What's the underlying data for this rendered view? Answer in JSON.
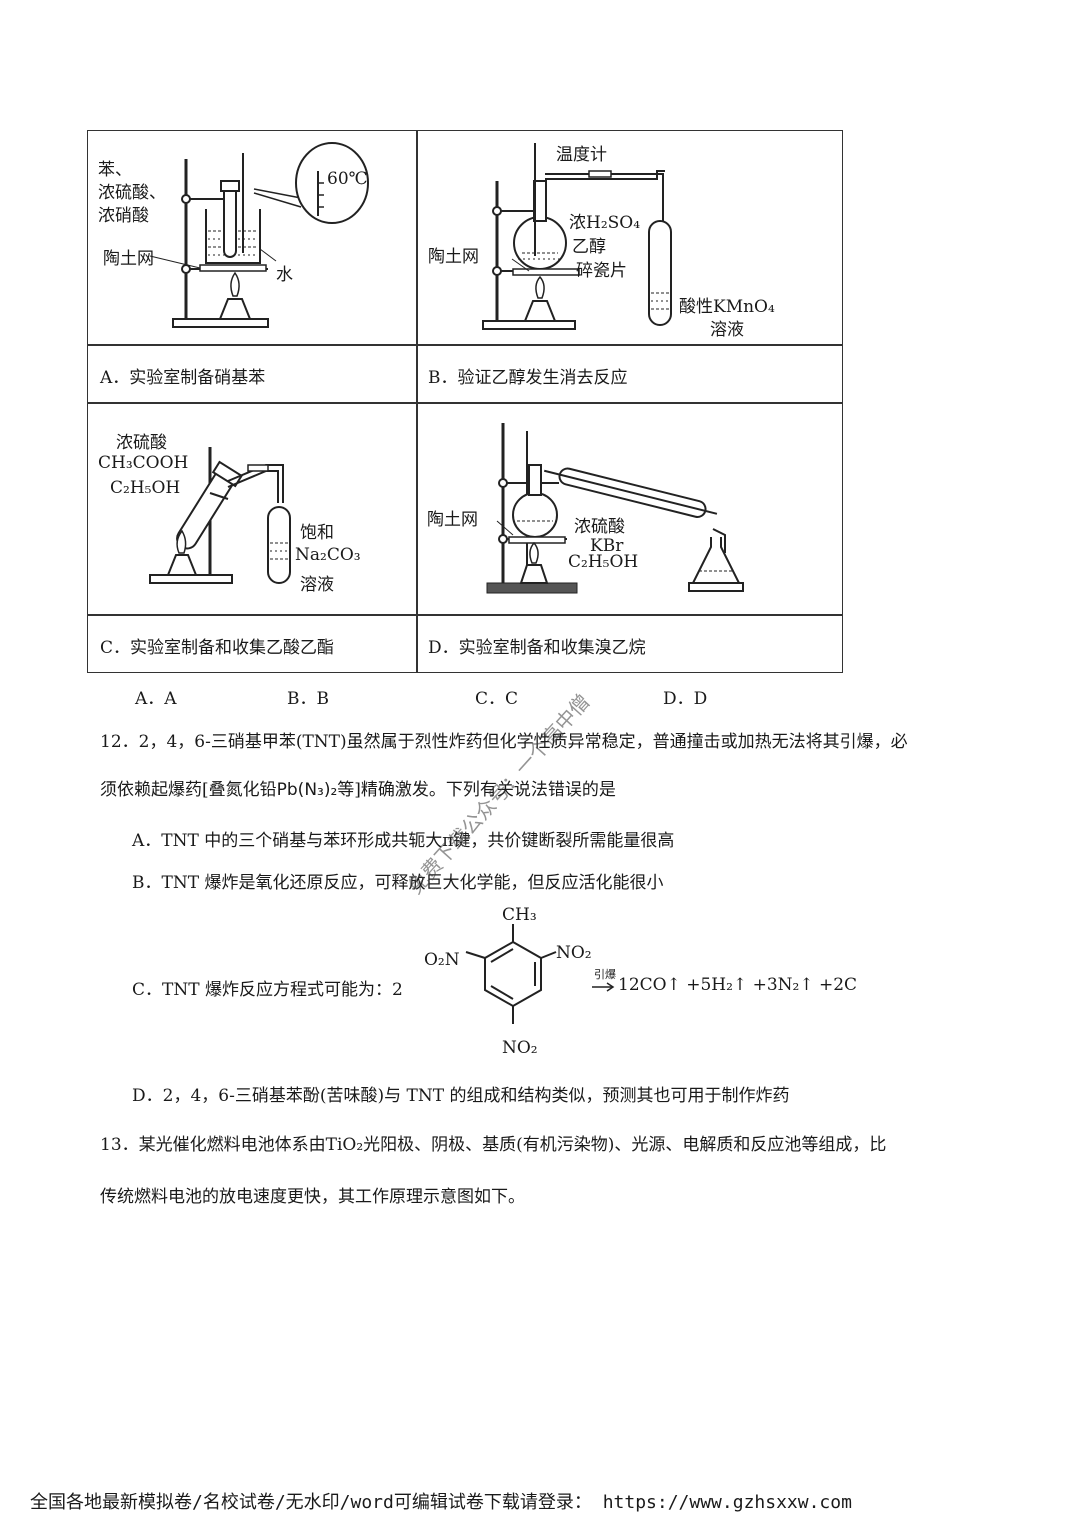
{
  "table": {
    "cells": [
      {
        "caption": "A．实验室制备硝基苯",
        "labels": {
          "reagents": [
            "苯、",
            "浓硫酸、",
            "浓硝酸"
          ],
          "temp": "60℃",
          "gauze": "陶土网",
          "water": "水"
        }
      },
      {
        "caption": "B．验证乙醇发生消去反应",
        "labels": {
          "thermometer": "温度计",
          "acid": "浓H₂SO₄",
          "ethanol": "乙醇",
          "chips": "碎瓷片",
          "gauze": "陶土网",
          "kmno4": "酸性KMnO₄",
          "solution": "溶液"
        }
      },
      {
        "caption": "C．实验室制备和收集乙酸乙酯",
        "labels": {
          "r1": "浓硫酸",
          "r2": "CH₃COOH",
          "r3": "C₂H₅OH",
          "s1": "饱和",
          "s2": "Na₂CO₃",
          "s3": "溶液"
        }
      },
      {
        "caption": "D．实验室制备和收集溴乙烷",
        "labels": {
          "gauze": "陶土网",
          "r1": "浓硫酸",
          "r2": "KBr",
          "r3": "C₂H₅OH"
        }
      }
    ]
  },
  "q11_options": [
    "A．A",
    "B．B",
    "C．C",
    "D．D"
  ],
  "q12": {
    "stem_line1": "12．2，4，6-三硝基甲苯(TNT)虽然属于烈性炸药但化学性质异常稳定，普通撞击或加热无法将其引爆，必",
    "stem_line2_a": "须依赖起爆药[叠氮化铅",
    "formula": "Pb(N₃)₂",
    "stem_line2_b": "等]精确激发。下列有关说法错误的是",
    "opt_a": "A．TNT 中的三个硝基与苯环形成共轭大π键，共价键断裂所需能量很高",
    "opt_b": "B．TNT 爆炸是氧化还原反应，可释放巨大化学能，但反应活化能很小",
    "opt_c_prefix": "C．TNT 爆炸反应方程式可能为：2",
    "struct": {
      "ch3": "CH₃",
      "left": "O₂N",
      "right": "NO₂",
      "bottom": "NO₂"
    },
    "arrow_label": "引爆",
    "products": "12CO↑ +5H₂↑ +3N₂↑ +2C",
    "opt_d": "D．2，4，6-三硝基苯酚(苦味酸)与 TNT 的组成和结构类似，预测其也可用于制作炸药"
  },
  "q13": {
    "line1": "13．某光催化燃料电池体系由TiO₂光阳极、阴极、基质(有机污染物)、光源、电解质和反应池等组成，比",
    "line2": "传统燃料电池的放电速度更快，其工作原理示意图如下。"
  },
  "watermark": "免费下载公众号：一个高中僧",
  "footer": "全国各地最新模拟卷/名校试卷/无水印/word可编辑试卷下载请登录： https://www.gzhsxxw.com"
}
